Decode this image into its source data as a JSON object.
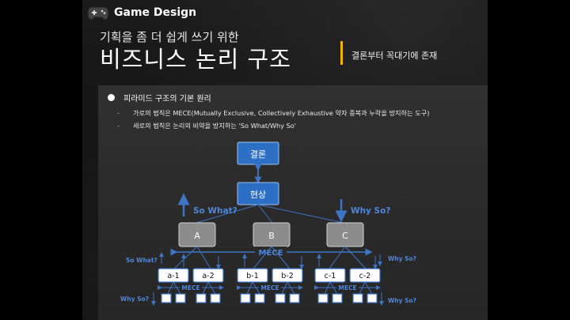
{
  "brand": {
    "title": "Game Design",
    "icon": "gamepad-icon"
  },
  "header": {
    "subtitle": "기획을 좀 더 쉽게 쓰기 위한",
    "title": "비즈니스 논리 구조",
    "side_note": "결론부터 꼭대기에 존재",
    "accent_color": "#f0b400"
  },
  "bullets": {
    "main": "피라미드 구조의 기본 원리",
    "subs": [
      "가로의 법칙은 MECE(Mutually Exclusive, Collectively Exhaustive 약자 중복과 누락을 방지하는 도구)",
      "세로의 법칙은 논리의 비약을 방지하는 'So What/Why So'"
    ],
    "dash": "-"
  },
  "diagram": {
    "conclusion": "결론",
    "phenomenon": "현상",
    "so_what": "So What?",
    "why_so": "Why So?",
    "mid_nodes": [
      "A",
      "B",
      "C"
    ],
    "mece": "MECE",
    "leaves": [
      "a-1",
      "a-2",
      "b-1",
      "b-2",
      "c-1",
      "c-2"
    ],
    "small_so_what": "So What?",
    "small_why_so": "Why So?",
    "colors": {
      "blue_box": "#2c6fc4",
      "gray_box": "#8c8c8c",
      "line": "#3d74c6",
      "label": "#4f86d9"
    }
  }
}
